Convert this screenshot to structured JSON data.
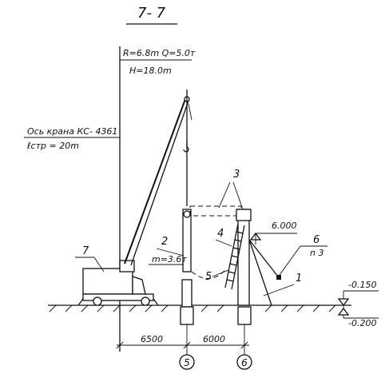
{
  "section_title": "7- 7",
  "crane_params": {
    "reach_load": "R=6.8m Q=5.0т",
    "hook_height": "H=18.0m"
  },
  "crane_axis": {
    "line1": "Ось крана КС- 4361",
    "line2": "ℓстр = 20m"
  },
  "callouts": {
    "c1": "1",
    "c2": "2",
    "c2_mass": "m=3.6т",
    "c3": "3",
    "c4": "4",
    "c5": "5",
    "c6": "6",
    "c6_qty": "n 3",
    "c7": "7"
  },
  "elevations": {
    "platform": "6.000",
    "ground": "-0.150",
    "footing": "-0.200"
  },
  "dimensions": {
    "d1": "6500",
    "d2": "6000"
  },
  "axes": {
    "a1": "5",
    "a2": "6"
  }
}
